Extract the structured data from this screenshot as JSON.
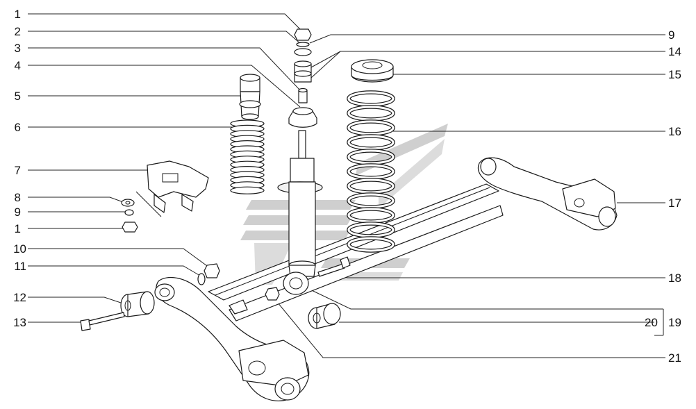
{
  "figure": {
    "type": "exploded-parts-diagram",
    "colors": {
      "background": "#ffffff",
      "line": "#1a1a1a",
      "watermark": "#cfcfcf"
    }
  },
  "left_callouts": [
    {
      "id": "c1a",
      "label": "1"
    },
    {
      "id": "c2",
      "label": "2"
    },
    {
      "id": "c3",
      "label": "3"
    },
    {
      "id": "c4",
      "label": "4"
    },
    {
      "id": "c5",
      "label": "5"
    },
    {
      "id": "c6",
      "label": "6"
    },
    {
      "id": "c7",
      "label": "7"
    },
    {
      "id": "c8",
      "label": "8"
    },
    {
      "id": "c9a",
      "label": "9"
    },
    {
      "id": "c1b",
      "label": "1"
    },
    {
      "id": "c10",
      "label": "10"
    },
    {
      "id": "c11",
      "label": "11"
    },
    {
      "id": "c12",
      "label": "12"
    },
    {
      "id": "c13",
      "label": "13"
    }
  ],
  "right_callouts": [
    {
      "id": "c9b",
      "label": "9"
    },
    {
      "id": "c14",
      "label": "14"
    },
    {
      "id": "c15",
      "label": "15"
    },
    {
      "id": "c16",
      "label": "16"
    },
    {
      "id": "c17",
      "label": "17"
    },
    {
      "id": "c18",
      "label": "18"
    },
    {
      "id": "c20",
      "label": "20"
    },
    {
      "id": "c19",
      "label": "19"
    },
    {
      "id": "c21",
      "label": "21"
    }
  ]
}
